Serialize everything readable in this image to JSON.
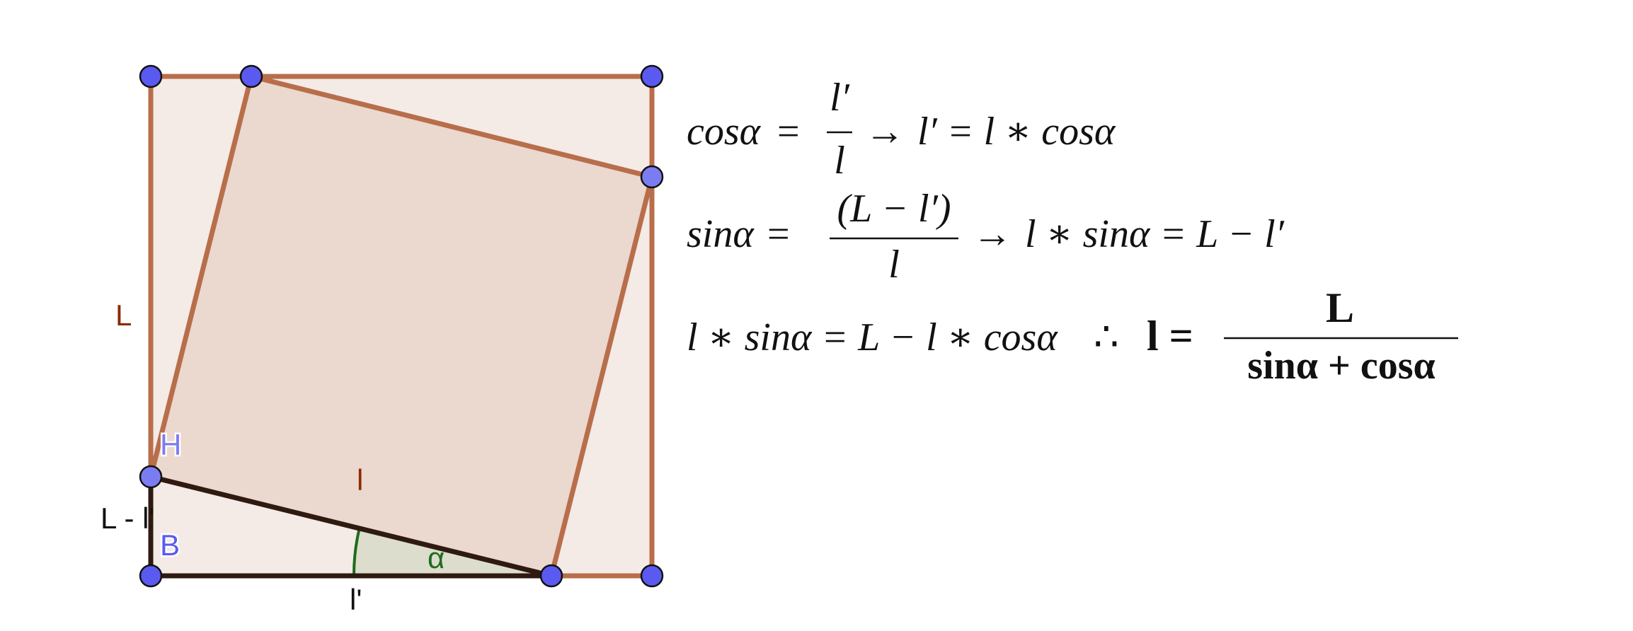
{
  "colors": {
    "square_stroke": "#B86E4A",
    "outer_fill": "#F4EAE6",
    "inner_fill": "#EBD8CF",
    "dark_segment": "#2E1A10",
    "point_fill": "#5A5AF0",
    "point_light_fill": "#7C7CF2",
    "angle_stroke": "#1E6B1E",
    "angle_fill": "#DCDDCD",
    "label_brown": "#8B2A00",
    "label_blue": "#5A5AF0",
    "label_green": "#1E6B1E"
  },
  "labels": {
    "outer_side": "L",
    "inner_side": "l",
    "projection": "l'",
    "difference": "L - l'",
    "point_h": "H",
    "point_b": "B",
    "angle": "α"
  },
  "equations": {
    "eq1": {
      "lhs": "cosα",
      "eq": "=",
      "numerator": "l′",
      "denominator": "l",
      "arrow": "→",
      "rhs": "l′ = l ∗ cosα"
    },
    "eq2": {
      "lhs": "sinα",
      "eq": "=",
      "numerator": "(L − l′)",
      "denominator": "l",
      "arrow": "→",
      "rhs": "l ∗ sinα = L − l′"
    },
    "eq3": {
      "lhs": "l ∗ sinα = L − l ∗ cosα",
      "therefore": "∴",
      "result_lhs": "l =",
      "numerator": "L",
      "denominator": "sinα + cosα"
    }
  }
}
